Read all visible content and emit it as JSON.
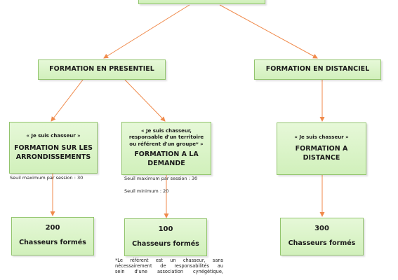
{
  "presentiel": {
    "label": "FORMATION EN PRESENTIEL"
  },
  "distanciel": {
    "label": "FORMATION EN DISTANCIEL"
  },
  "arrondissements": {
    "quote": "« Je suis chasseur »",
    "title": "FORMATION SUR LES ARRONDISSEMENTS",
    "note": "Seuil maximum par session : 30"
  },
  "demande": {
    "quote": "« Je suis chasseur, responsable d'un territoire ou référent d'un groupe* »",
    "title": "FORMATION A LA DEMANDE",
    "note_max": "Seuil maximum par session : 30",
    "note_min": "Seuil minimum : 20"
  },
  "distance": {
    "quote": "« Je suis chasseur »",
    "title": "FORMATION A DISTANCE"
  },
  "result_arrondissements": {
    "number": "200",
    "label": "Chasseurs formés"
  },
  "result_demande": {
    "number": "100",
    "label": "Chasseurs formés"
  },
  "result_distance": {
    "number": "300",
    "label": "Chasseurs formés"
  },
  "footnote": {
    "line1": "*Le référent est un chasseur, sans",
    "line2": "nécessairement de responsabilités au",
    "line3": "sein d'une association cynégétique,"
  },
  "colors": {
    "box_fill": "#d8f3c4",
    "box_border": "#92c46d",
    "arrow": "#f08a4b"
  }
}
